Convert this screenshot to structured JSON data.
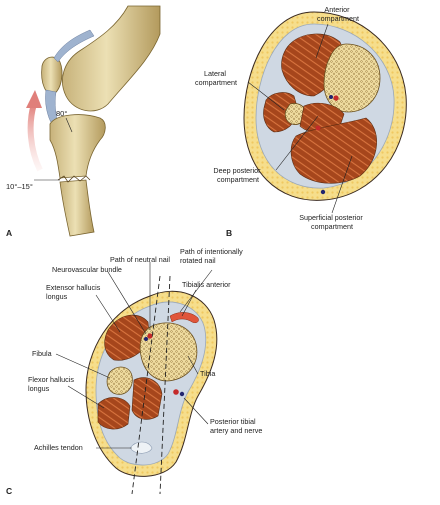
{
  "panels": {
    "a": {
      "letter": "A",
      "angle_flexion": "80°",
      "angle_fracture": "10°–15°"
    },
    "b": {
      "letter": "B",
      "labels": {
        "anterior": [
          "Anterior",
          "compartment"
        ],
        "lateral": [
          "Lateral",
          "compartment"
        ],
        "deep_posterior": [
          "Deep posterior",
          "compartment"
        ],
        "superficial_posterior": [
          "Superficial posterior",
          "compartment"
        ]
      }
    },
    "c": {
      "letter": "C",
      "labels": {
        "neutral_nail": [
          "Path of neutral nail"
        ],
        "rotated_nail": [
          "Path of intentionally",
          "rotated nail"
        ],
        "tibialis_anterior": [
          "Tibialis anterior"
        ],
        "neurovascular": [
          "Neurovascular bundle"
        ],
        "extensor": [
          "Extensor hallucis",
          "longus"
        ],
        "tibia": [
          "Tibia"
        ],
        "fibula": [
          "Fibula"
        ],
        "flexor": [
          "Flexor hallucis",
          "longus"
        ],
        "posterior_tibial": [
          "Posterior tibial",
          "artery and nerve"
        ],
        "achilles": [
          "Achilles tendon"
        ]
      }
    }
  },
  "colors": {
    "muscle": "#a6461c",
    "muscle_stripe": "#d8743f",
    "bone": "#efdca0",
    "fat": "#f6de8c",
    "fascia": "#cfd8e3",
    "skin_outline": "#3a2a20",
    "ligament": "#9fb3cf",
    "arrow": "#e8908c",
    "artery": "#c42a2a",
    "nerve": "#22256f"
  }
}
